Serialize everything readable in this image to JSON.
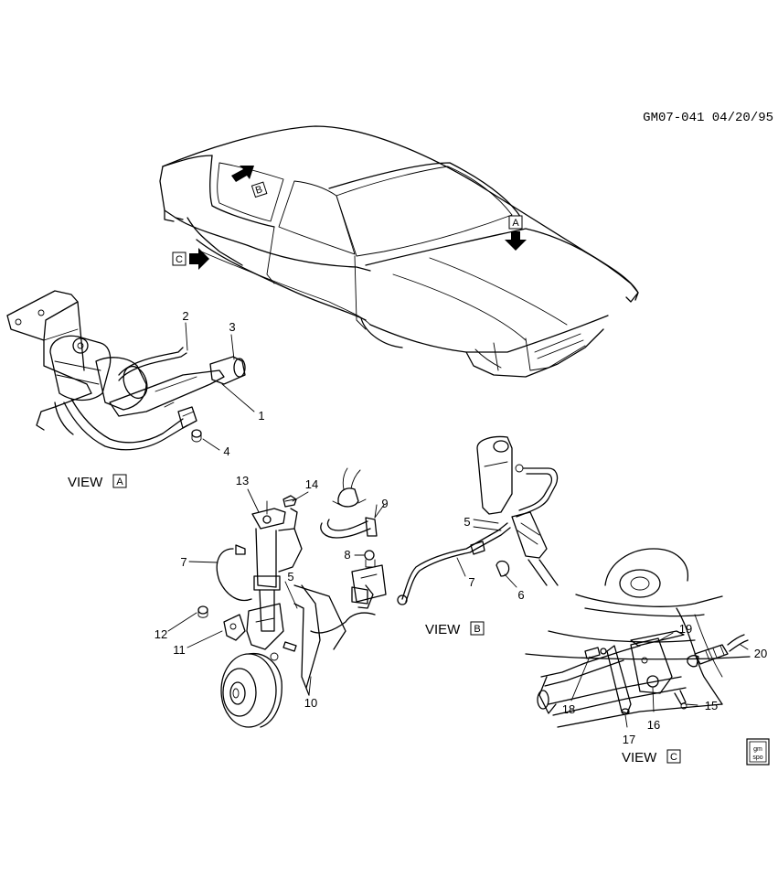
{
  "drawing_ref": "GM07-041 04/20/95",
  "views": {
    "a": {
      "caption": "VIEW",
      "letter": "A"
    },
    "b": {
      "caption": "VIEW",
      "letter": "B"
    },
    "c": {
      "caption": "VIEW",
      "letter": "C"
    }
  },
  "car_markers": {
    "a": "A",
    "b": "B",
    "c": "C"
  },
  "callouts": {
    "n1": "1",
    "n2": "2",
    "n3": "3",
    "n4": "4",
    "n5a": "5",
    "n5b": "5",
    "n6": "6",
    "n7a": "7",
    "n7b": "7",
    "n8": "8",
    "n9": "9",
    "n10": "10",
    "n11": "11",
    "n12": "12",
    "n13": "13",
    "n14": "14",
    "n15": "15",
    "n16": "16",
    "n17": "17",
    "n18": "18",
    "n19": "19",
    "n20": "20"
  },
  "logo": {
    "line1": "gm",
    "line2": "spo"
  },
  "colors": {
    "ink": "#000000",
    "paper": "#ffffff"
  }
}
